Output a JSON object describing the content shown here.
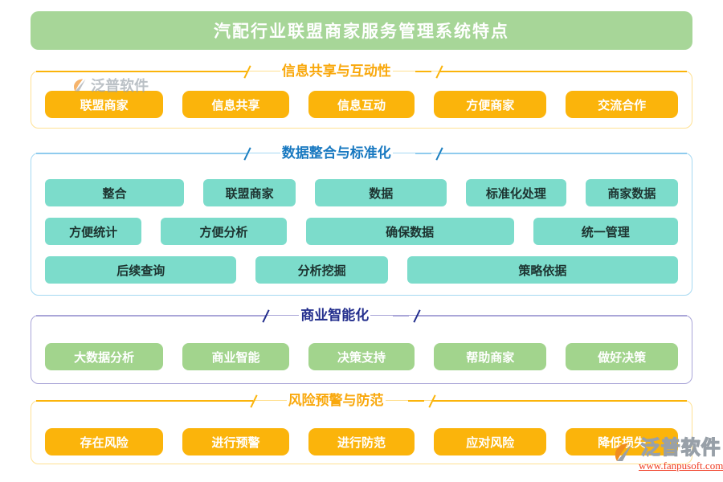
{
  "page": {
    "title": "汽配行业联盟商家服务管理系统特点"
  },
  "sections": [
    {
      "id": "info-sharing",
      "title": "信息共享与互动性",
      "theme": "orange",
      "rows": [
        [
          "联盟商家",
          "信息共享",
          "信息互动",
          "方便商家",
          "交流合作"
        ]
      ]
    },
    {
      "id": "data-integration",
      "title": "数据整合与标准化",
      "theme": "teal",
      "rows": [
        [
          "整合",
          "联盟商家",
          "数据",
          "标准化处理",
          "商家数据"
        ],
        [
          "方便统计",
          "方便分析",
          "确保数据",
          "统一管理"
        ],
        [
          "后续查询",
          "分析挖掘",
          "策略依据"
        ]
      ]
    },
    {
      "id": "business-intelligence",
      "title": "商业智能化",
      "theme": "green",
      "rows": [
        [
          "大数据分析",
          "商业智能",
          "决策支持",
          "帮助商家",
          "做好决策"
        ]
      ]
    },
    {
      "id": "risk-warning",
      "title": "风险预警与防范",
      "theme": "orange",
      "rows": [
        [
          "存在风险",
          "进行预警",
          "进行防范",
          "应对风险",
          "降低损失"
        ]
      ]
    }
  ],
  "watermark": {
    "brand": "泛普软件",
    "url": "www.fanpusoft.com"
  },
  "colors": {
    "header_bg": "#a7d698",
    "orange_chip": "#fbb40b",
    "orange_border": "#ffe193",
    "orange_title": "#f9a80c",
    "teal_chip": "#7cdccb",
    "teal_chip_text": "#1d3330",
    "blue_title": "#1778c0",
    "blue_border": "#a6d9f2",
    "green_chip": "#a2d48d",
    "navy_title": "#232e8d",
    "purple_border": "#aaa6d8",
    "url_red": "#f03c23"
  }
}
